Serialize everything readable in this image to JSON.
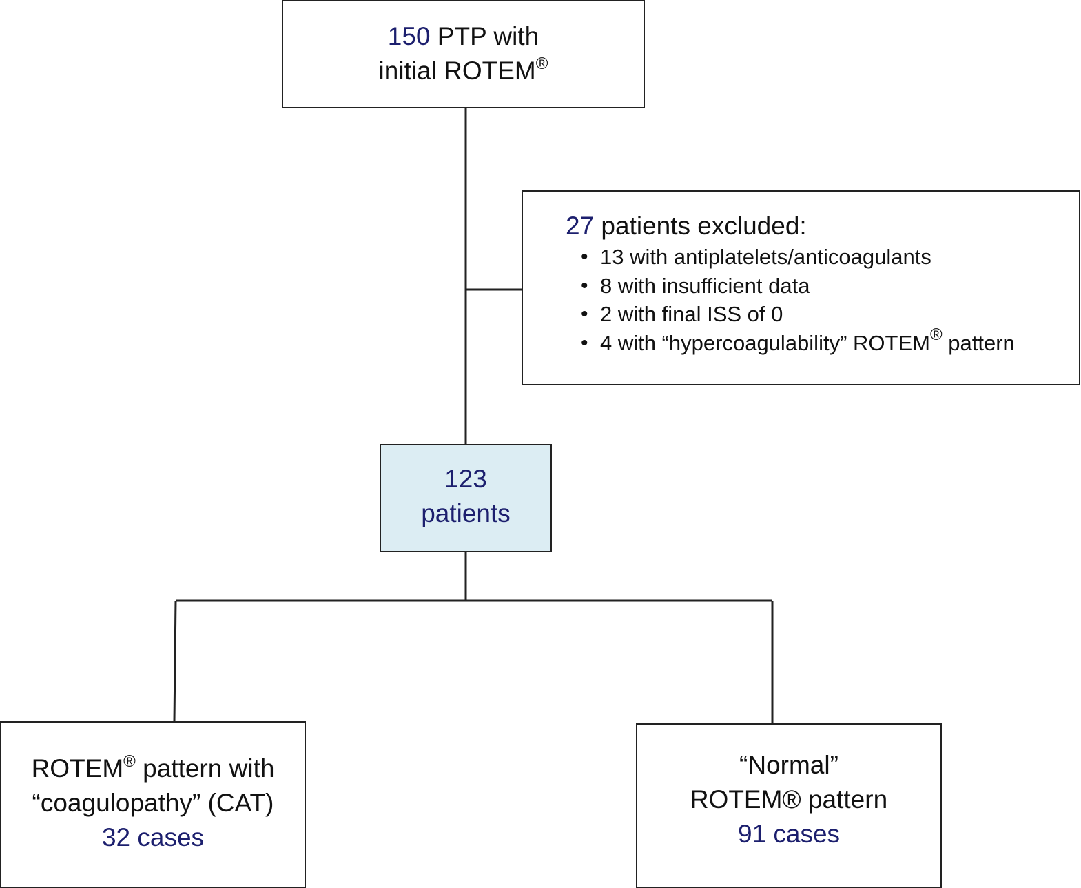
{
  "top_box": {
    "count": "150",
    "line1_rest": " PTP with",
    "line2": "initial ROTEM",
    "reg": "®"
  },
  "excluded_box": {
    "count": "27",
    "title_rest": " patients excluded:",
    "bullet": "•",
    "items": [
      "13 with antiplatelets/anticoagulants",
      "8 with insufficient data",
      "2 with final ISS of 0",
      "4 with “hypercoagulability” ROTEM"
    ],
    "item4_reg": "®",
    "item4_tail": " pattern"
  },
  "center_box": {
    "count": "123",
    "label": "patients",
    "fill_color": "#dcedf3"
  },
  "left_box": {
    "line1": "ROTEM",
    "reg": "®",
    "line1_tail": " pattern with",
    "line2": "“coagulopathy” (CAT)",
    "cases": "32 cases"
  },
  "right_box": {
    "line1": "“Normal”",
    "line2": "ROTEM® pattern",
    "cases": "91 cases"
  },
  "colors": {
    "number_blue": "#1c1f6e",
    "line": "#222222"
  }
}
